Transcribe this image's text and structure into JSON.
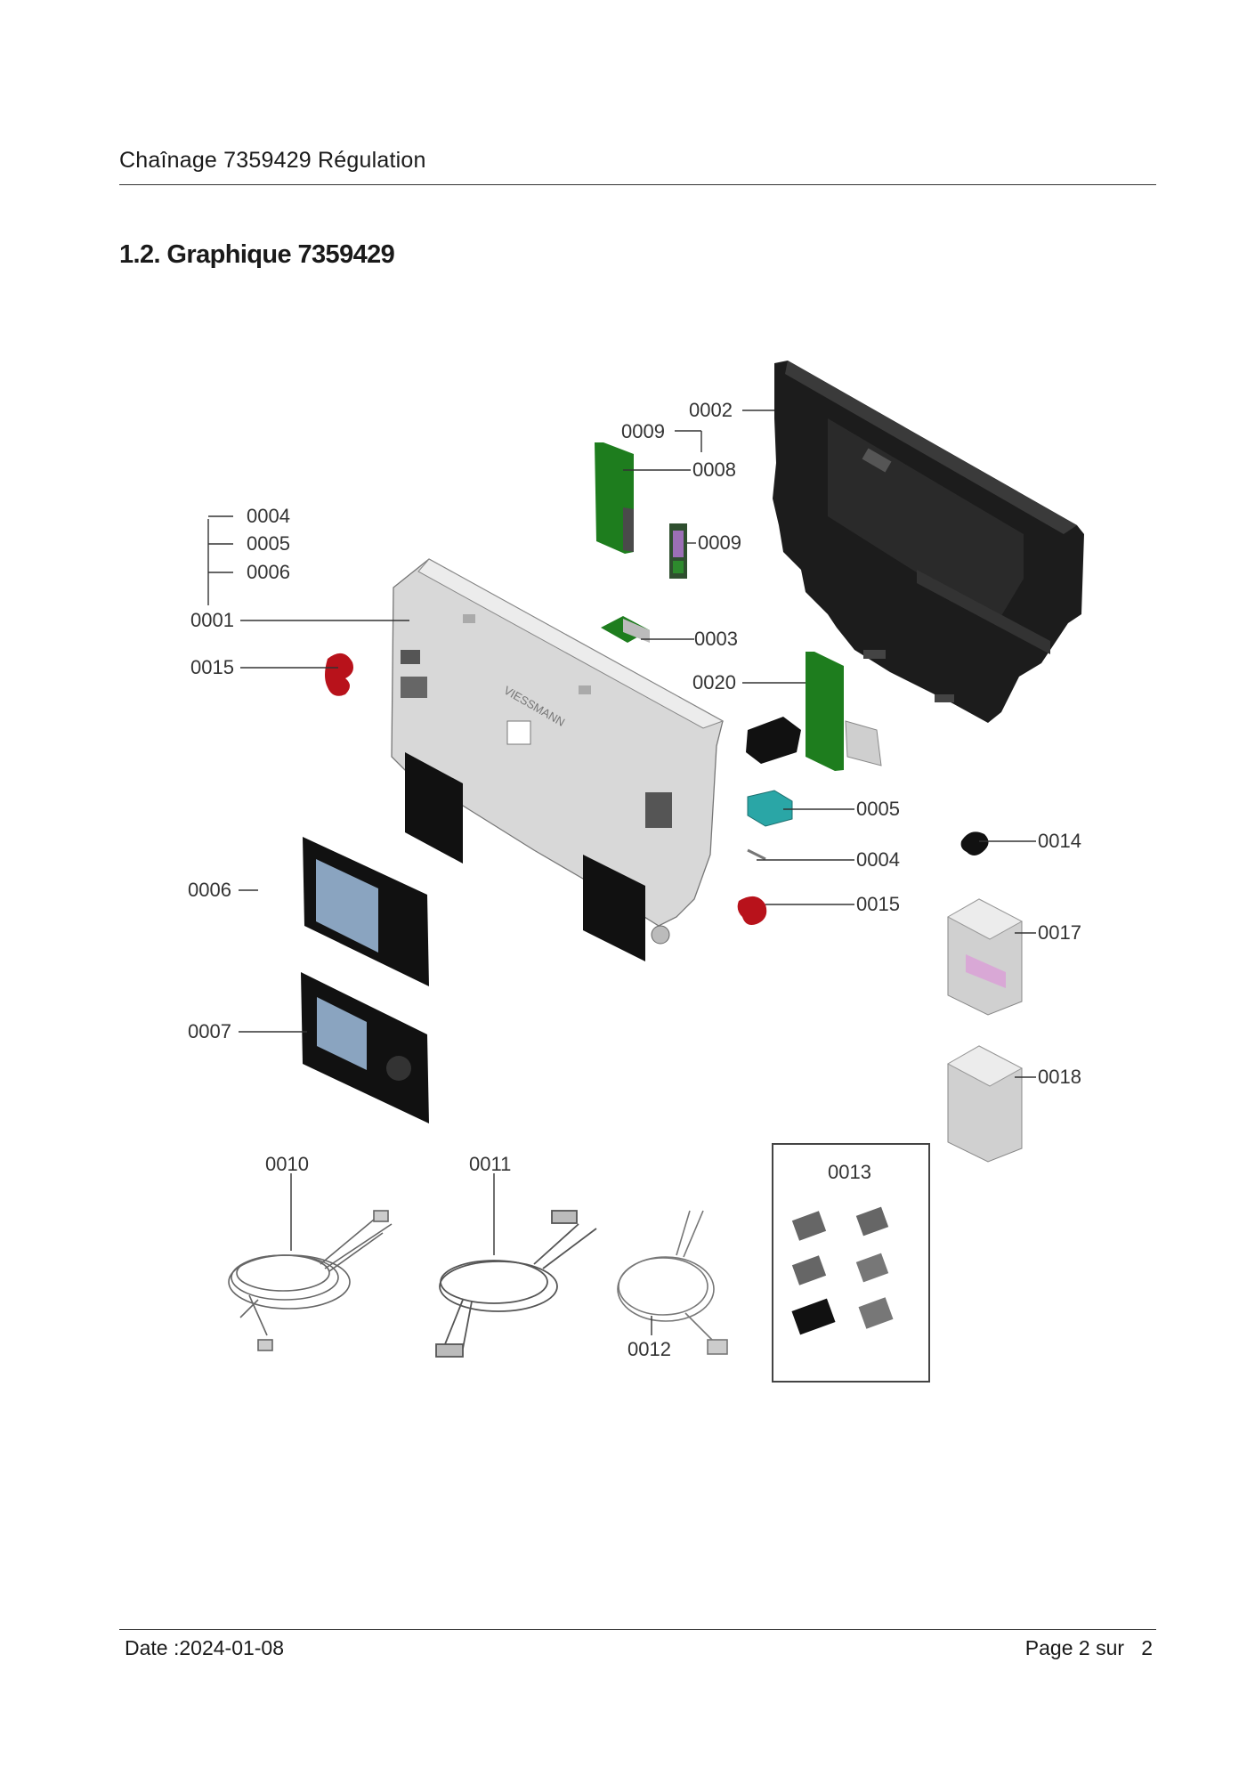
{
  "header": {
    "title": "Chaînage 7359429 Régulation"
  },
  "section": {
    "title": "1.2. Graphique 7359429"
  },
  "diagram": {
    "labels": {
      "p0002": "0002",
      "p0009a": "0009",
      "p0008": "0008",
      "p0009b": "0009",
      "p0004a": "0004",
      "p0005a": "0005",
      "p0006a": "0006",
      "p0001": "0001",
      "p0003": "0003",
      "p0015a": "0015",
      "p0020": "0020",
      "p0005b": "0005",
      "p0014": "0014",
      "p0004b": "0004",
      "p0015b": "0015",
      "p0006b": "0006",
      "p0017": "0017",
      "p0007": "0007",
      "p0018": "0018",
      "p0010": "0010",
      "p0011": "0011",
      "p0013": "0013",
      "p0012": "0012"
    },
    "logo_text": "VIESSMANN",
    "colors": {
      "pcb_green": "#1e7d1e",
      "housing_grey": "#d7d7d7",
      "back_panel": "#1c1c1c",
      "clip_red": "#b8121b",
      "connector_teal": "#2aa6a6",
      "screen_blue": "#8aa4c0",
      "label_pink": "#d9a8d6"
    }
  },
  "footer": {
    "date": "Date :2024-01-08",
    "page": "Page 2 sur   2"
  }
}
